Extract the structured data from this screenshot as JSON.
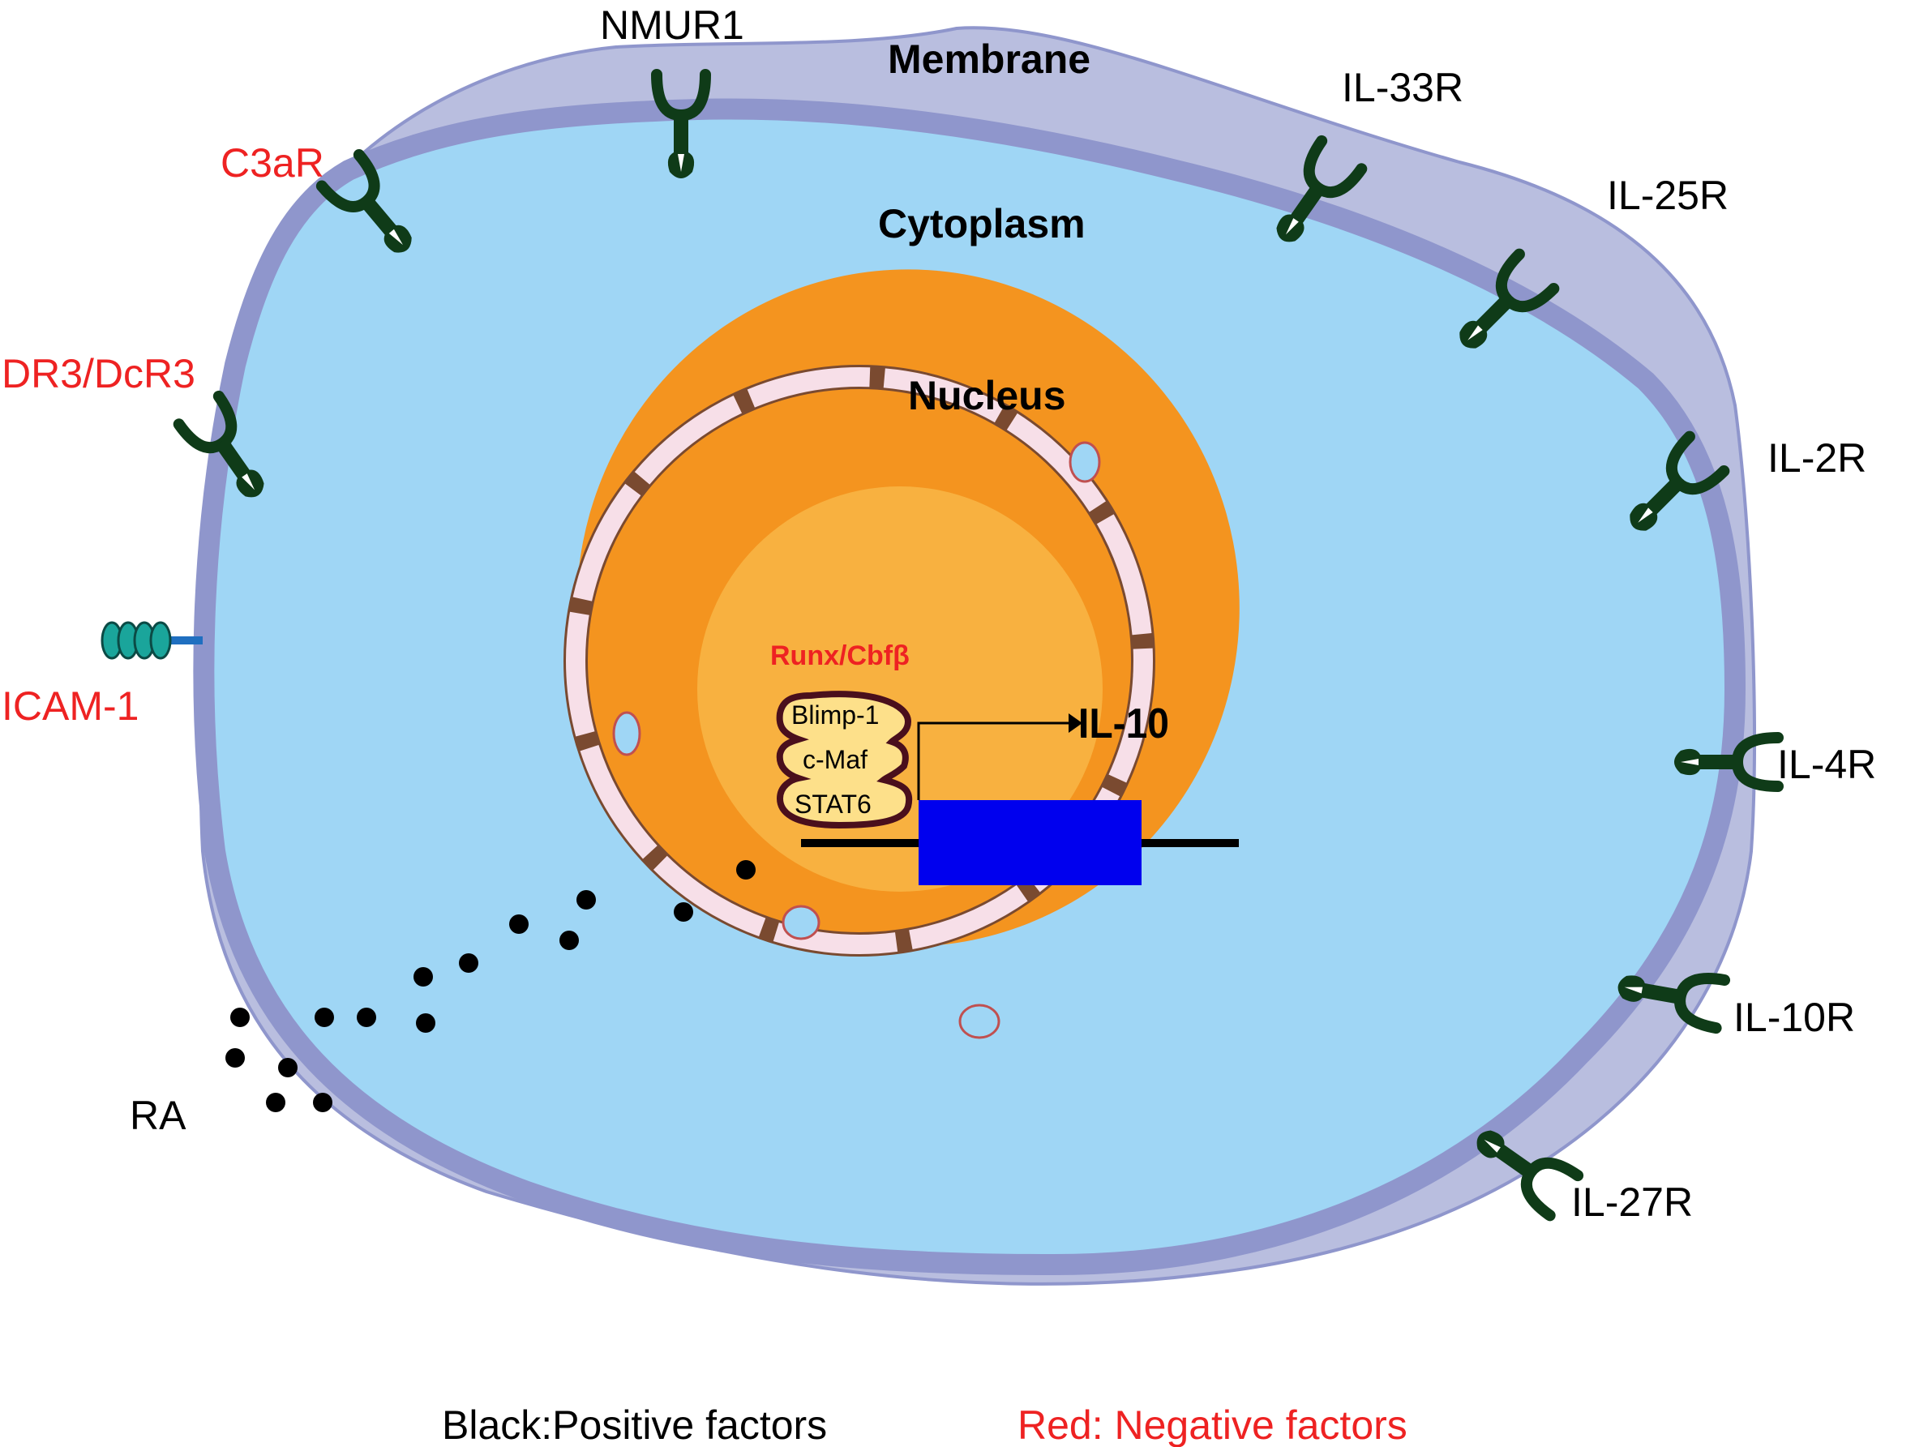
{
  "colors": {
    "positive": "#000000",
    "negative": "#ee2222",
    "membrane": "#8f96cc",
    "membrane_outer": "#b9bedf",
    "cytoplasm": "#9fd6f5",
    "nucleus": "#f4941f",
    "nucleus_inner": "#f8b140",
    "envelope": "#f7dfe8",
    "receptor": "#0f3b18",
    "gene_box": "#0000ee",
    "tf_fill": "#fde08a",
    "tf_outline": "#4a0f1c",
    "icam_bead": "#1aa59b"
  },
  "regions": {
    "membrane": "Membrane",
    "cytoplasm": "Cytoplasm",
    "nucleus": "Nucleus"
  },
  "receptors": {
    "nmur1": "NMUR1",
    "c3ar": "C3aR",
    "dr3_dcr3": "DR3/DcR3",
    "il33r": "IL-33R",
    "il25r": "IL-25R",
    "il2r": "IL-2R",
    "il4r": "IL-4R",
    "il10r": "IL-10R",
    "il27r": "IL-27R"
  },
  "icam": "ICAM-1",
  "retinoic_acid": "RA",
  "nuclear": {
    "runx": "Runx/Cbfβ",
    "tfs": [
      "Blimp-1",
      "c-Maf",
      "STAT6"
    ],
    "gene": "IL-10"
  },
  "legend": {
    "positive": "Black:Positive factors",
    "negative": "Red: Negative factors"
  }
}
